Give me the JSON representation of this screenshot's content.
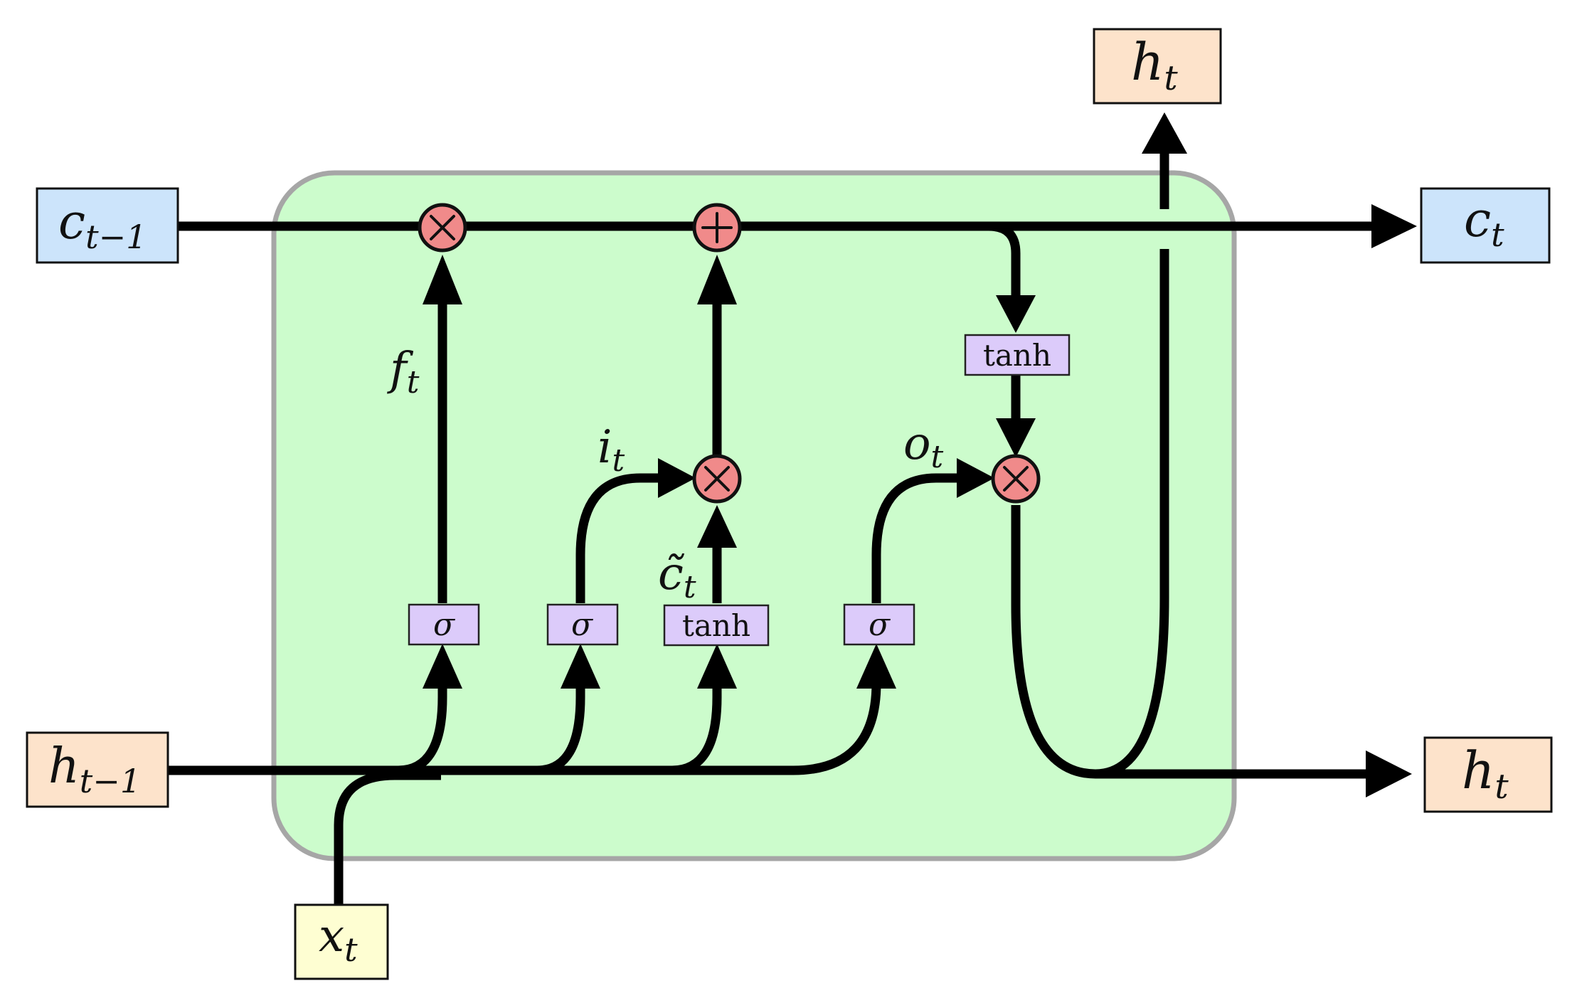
{
  "diagram": {
    "colors": {
      "cell_fill": "#ccfccc",
      "cell_border": "#a6a6a6",
      "cell_state_box": "#cce4fb",
      "hidden_state_box": "#fde3cb",
      "input_box": "#fefed2",
      "gate_box": "#dccbfa",
      "operator": "#f08a8a"
    },
    "nodes": {
      "c_prev": {
        "base": "c",
        "sub": "t−1"
      },
      "c_out": {
        "base": "c",
        "sub": "t"
      },
      "h_prev": {
        "base": "h",
        "sub": "t−1"
      },
      "h_out_top": {
        "base": "h",
        "sub": "t"
      },
      "h_out_right": {
        "base": "h",
        "sub": "t"
      },
      "x_in": {
        "base": "x",
        "sub": "t"
      }
    },
    "gates": {
      "forget": "σ",
      "input": "σ",
      "candidate": "tanh",
      "output": "σ",
      "cell_tanh": "tanh"
    },
    "operators": {
      "forget_mult": "×",
      "cell_add": "+",
      "input_mult": "×",
      "output_mult": "×"
    },
    "labels": {
      "f": {
        "base": "f",
        "sub": "t"
      },
      "i": {
        "base": "i",
        "sub": "t"
      },
      "c_tilde": {
        "base": "c̃",
        "sub": "t"
      },
      "o": {
        "base": "o",
        "sub": "t"
      }
    }
  }
}
